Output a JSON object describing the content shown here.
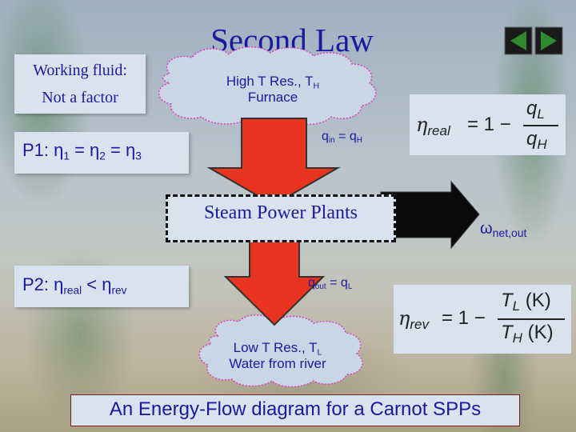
{
  "title": "Second Law",
  "working_fluid": {
    "line1": "Working fluid:",
    "line2": "Not a factor"
  },
  "p1": {
    "prefix": "P1: ",
    "eta": "η",
    "sub1": "1",
    "eq1": " = ",
    "sub2": "2",
    "eq2": " = ",
    "sub3": "3"
  },
  "p2": {
    "prefix": "P2: ",
    "eta": "η",
    "sub1": "real",
    "op": " < ",
    "sub2": "rev"
  },
  "high_res": {
    "line1": "High T Res., T",
    "line1_sub": "H",
    "line2": "Furnace"
  },
  "low_res": {
    "line1": "Low T Res., T",
    "line1_sub": "L",
    "line2": "Water from river"
  },
  "q_in": {
    "q": "q",
    "q_sub": "in",
    "eq": " = q",
    "rhs_sub": "H"
  },
  "q_out": {
    "q": "q",
    "q_sub": "out",
    "eq": " = q",
    "rhs_sub": "L"
  },
  "steam_power_plants": "Steam Power Plants",
  "w_net": {
    "symbol": "ω",
    "sub": "net,out"
  },
  "eq_real": {
    "eta": "η",
    "sub": "real",
    "eq": "= 1 −",
    "num": "q",
    "num_sub": "L",
    "den": "q",
    "den_sub": "H"
  },
  "eq_rev": {
    "eta": "η",
    "sub": "rev",
    "eq": "= 1 −",
    "num": "T",
    "num_sub": "L",
    "num_unit": " (K)",
    "den": "T",
    "den_sub": "H",
    "den_unit": " (K)"
  },
  "caption": "An Energy-Flow diagram for a Carnot SPPs",
  "colors": {
    "text": "#1a1aa0",
    "arrow_fill": "#e8331e",
    "panel": "#d8e3ef",
    "cloud": "#c9d6e6",
    "cloud_outline": "#e040c0",
    "nav_green": "#2d8a2d"
  },
  "icons": {
    "nav_back": "triangle-left-icon",
    "nav_forward": "triangle-right-icon"
  }
}
